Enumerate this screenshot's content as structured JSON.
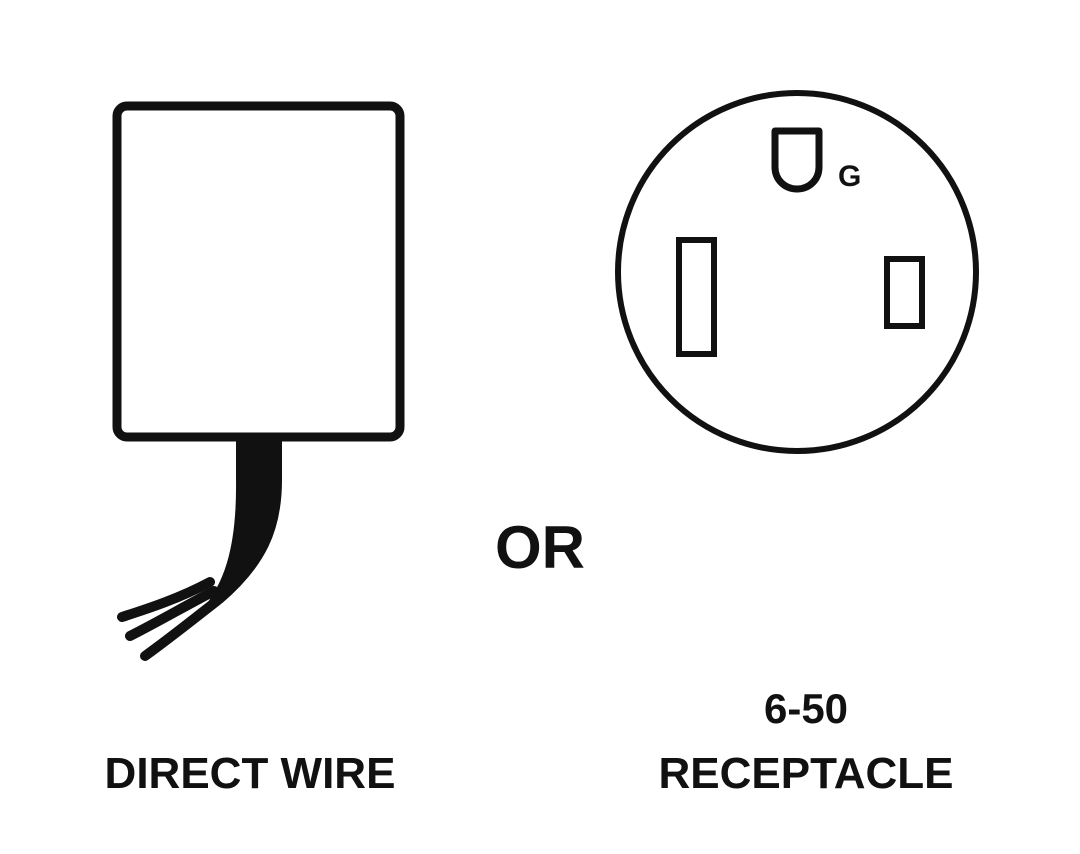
{
  "direct_wire": {
    "label": "DIRECT WIRE"
  },
  "separator": {
    "label": "OR"
  },
  "receptacle": {
    "rating": "6-50",
    "label": "RECEPTACLE",
    "ground_marker": "G"
  },
  "colors": {
    "ink": "#111111",
    "background": "#ffffff"
  }
}
